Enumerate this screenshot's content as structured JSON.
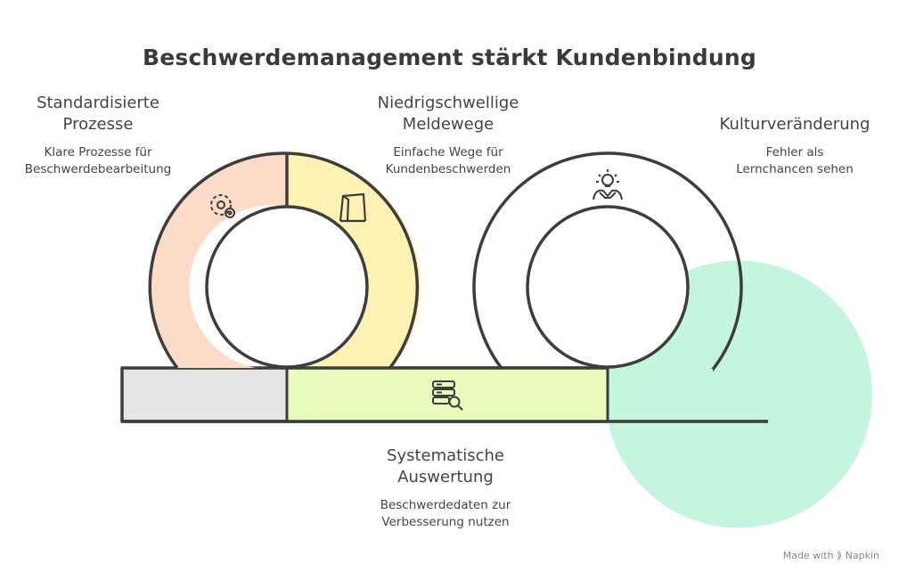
{
  "title": "Beschwerdemanagement stärkt Kundenbindung",
  "stages": [
    {
      "heading": "Standardisierte\nProzesse",
      "description": "Klare Prozesse für\nBeschwerdebearbeitung",
      "icon": "gears-icon",
      "color": "#fcdcc8"
    },
    {
      "heading": "Niedrigschwellige\nMeldewege",
      "description": "Einfache Wege für\nKundenbeschwerden",
      "icon": "door-icon",
      "color": "#fdf2b3"
    },
    {
      "heading": "Systematische\nAuswertung",
      "description": "Beschwerdedaten zur\nVerbesserung nutzen",
      "icon": "database-search-icon",
      "color": "#e8fbbc"
    },
    {
      "heading": "Kulturveränderung",
      "description": "Fehler als\nLernchancen sehen",
      "icon": "lightbulb-person-icon",
      "color": "#c6f5df"
    }
  ],
  "arrow_color": "#e6e6e6",
  "footer": "Made with ⟫ Napkin"
}
